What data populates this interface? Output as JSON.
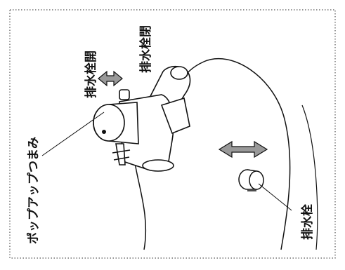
{
  "labels": {
    "popup_knob": "ポップアップつまみ",
    "drain_open": "排水栓開",
    "drain_closed": "排水栓閉",
    "drain_plug": "排水栓"
  },
  "colors": {
    "line": "#111111",
    "background": "#ffffff"
  }
}
